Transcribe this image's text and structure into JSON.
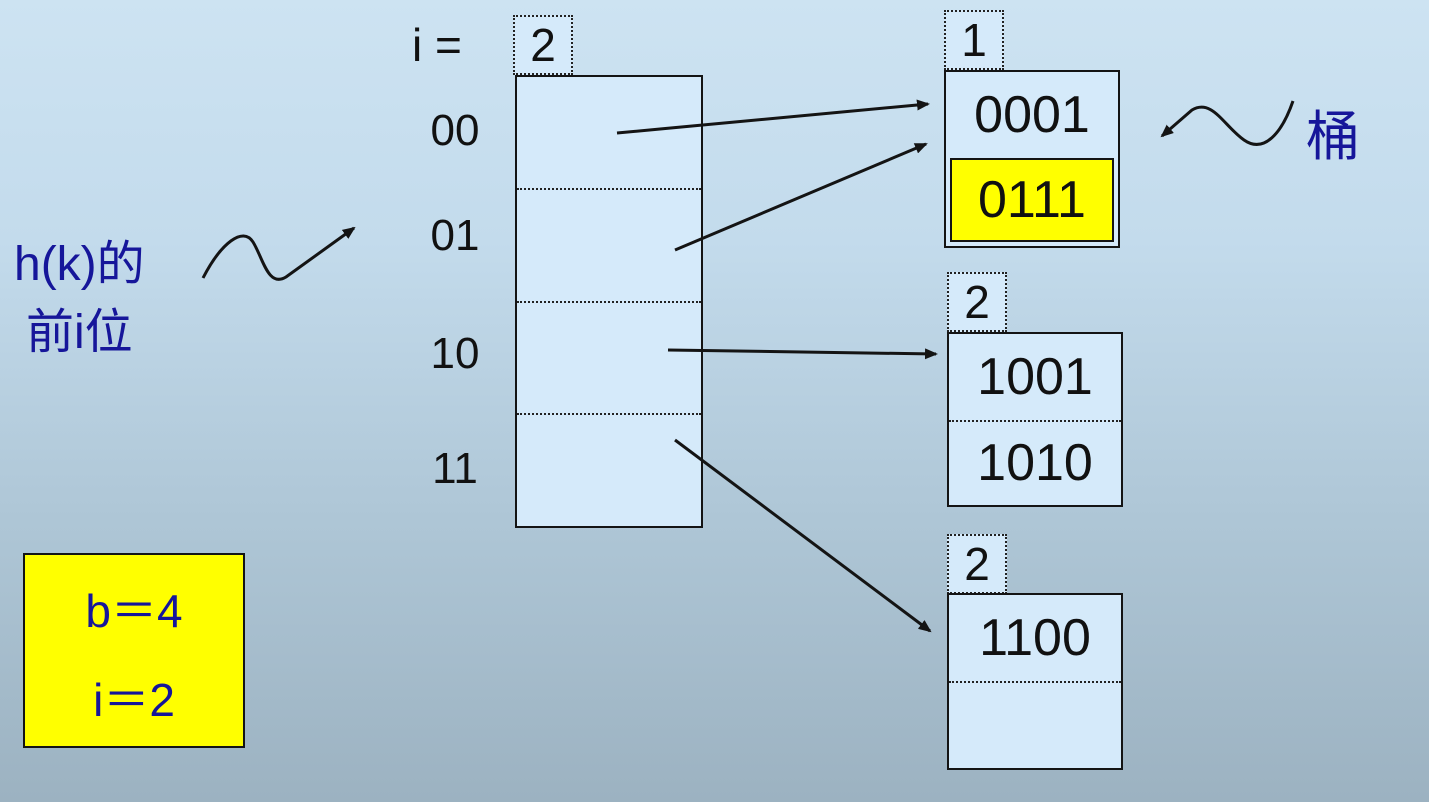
{
  "colors": {
    "background_top": "#cde3f2",
    "background_bottom": "#9cb2c1",
    "box_fill": "#d5eafa",
    "highlight_yellow": "#ffff00",
    "text_navy": "#16169a",
    "line_black": "#141414"
  },
  "global_depth": {
    "label": "i =",
    "value": "2"
  },
  "directory": {
    "labels": [
      "00",
      "01",
      "10",
      "11"
    ]
  },
  "annotations": {
    "hash_prefix_line1": "h(k)的",
    "hash_prefix_line2": "前i位",
    "bucket_label": "桶"
  },
  "legend": {
    "line1": "b＝4",
    "line2": "i＝2"
  },
  "buckets": [
    {
      "local_depth": "1",
      "slot1": "0001",
      "slot2": "0111"
    },
    {
      "local_depth": "2",
      "slot1": "1001",
      "slot2": "1010"
    },
    {
      "local_depth": "2",
      "slot1": "1100",
      "slot2": ""
    }
  ]
}
